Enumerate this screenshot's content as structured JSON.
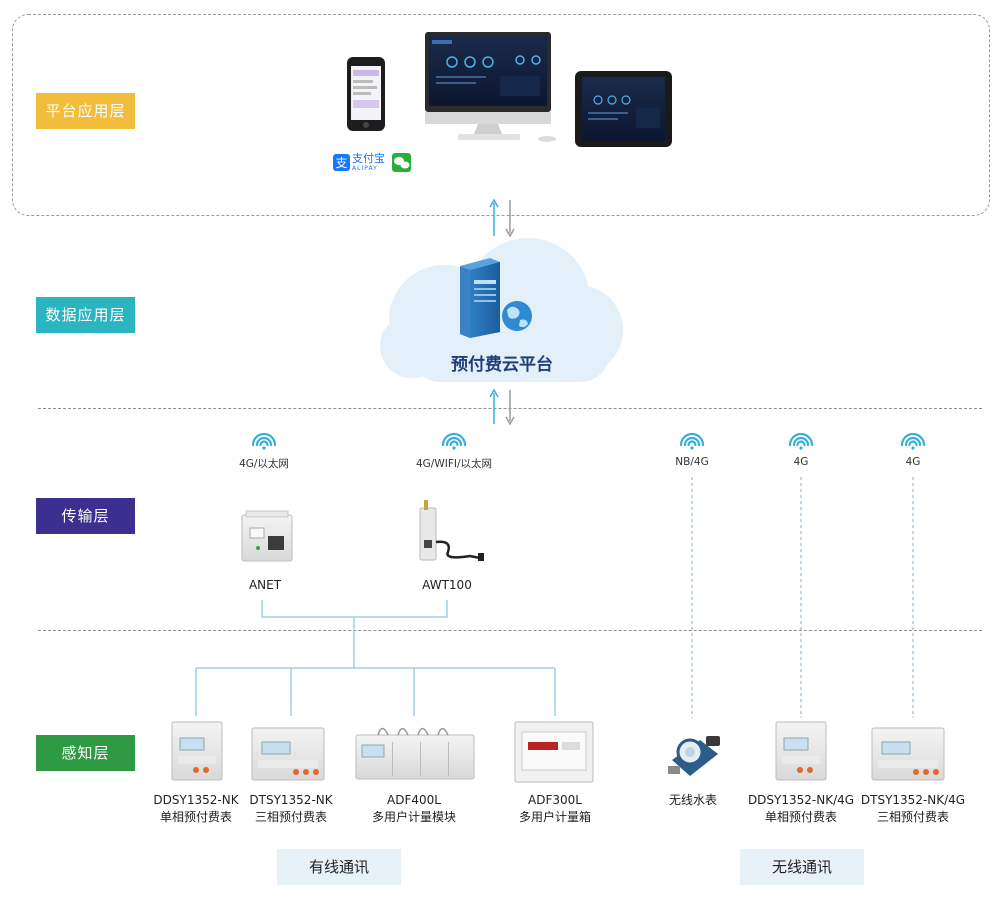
{
  "layers": {
    "platform": {
      "label": "平台应用层",
      "color": "#f2bc3c"
    },
    "data": {
      "label": "数据应用层",
      "color": "#2bb5c1"
    },
    "transport": {
      "label": "传输层",
      "color": "#3c2f8f"
    },
    "perception": {
      "label": "感知层",
      "color": "#2e9a43"
    }
  },
  "payment": {
    "alipay_name": "支付宝",
    "alipay_sub": "ALIPAY"
  },
  "cloud": {
    "label": "预付费云平台"
  },
  "gateways": [
    {
      "name": "ANET",
      "network": "4G/以太网"
    },
    {
      "name": "AWT100",
      "network": "4G/WIFI/以太网"
    }
  ],
  "wireless_networks": [
    "NB/4G",
    "4G",
    "4G"
  ],
  "wired_devices": [
    {
      "model": "DDSY1352-NK",
      "desc": "单相预付费表"
    },
    {
      "model": "DTSY1352-NK",
      "desc": "三相预付费表"
    },
    {
      "model": "ADF400L",
      "desc": "多用户计量模块"
    },
    {
      "model": "ADF300L",
      "desc": "多用户计量箱"
    }
  ],
  "wireless_devices": [
    {
      "model": "",
      "desc": "无线水表"
    },
    {
      "model": "DDSY1352-NK/4G",
      "desc": "单相预付费表"
    },
    {
      "model": "DTSY1352-NK/4G",
      "desc": "三相预付费表"
    }
  ],
  "comm": {
    "wired": "有线通讯",
    "wireless": "无线通讯"
  },
  "colors": {
    "line_blue": "#8fc7dd",
    "arrow_up": "#3aaed8",
    "arrow_down": "#9a9a9a",
    "cloud": "#e3f0f9"
  }
}
